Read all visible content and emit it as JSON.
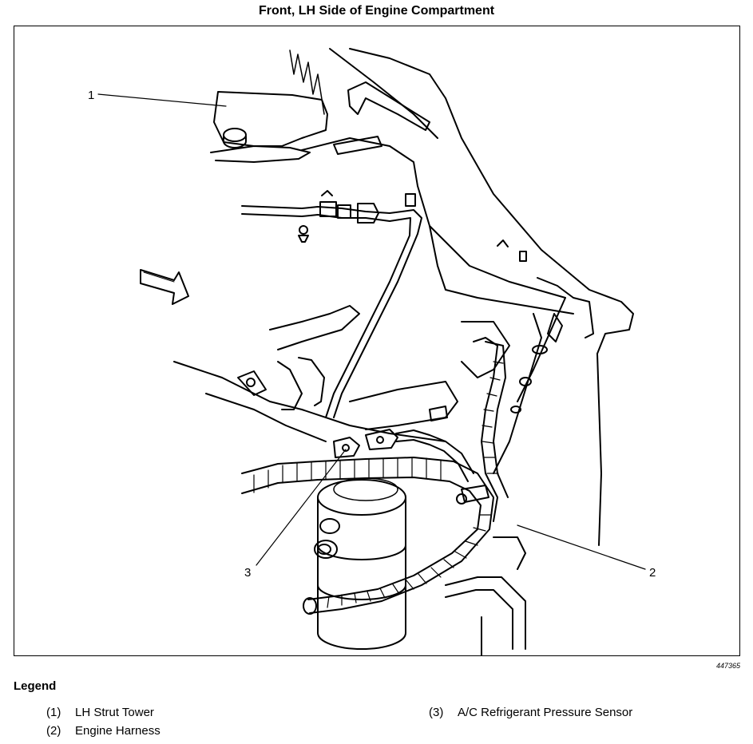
{
  "title": "Front, LH Side of Engine Compartment",
  "figure_id": "447365",
  "callouts": {
    "c1": "1",
    "c2": "2",
    "c3": "3"
  },
  "legend": {
    "heading": "Legend",
    "items": [
      {
        "num": "(1)",
        "label": "LH Strut Tower"
      },
      {
        "num": "(2)",
        "label": "Engine Harness"
      },
      {
        "num": "(3)",
        "label": "A/C Refrigerant Pressure Sensor"
      }
    ]
  }
}
